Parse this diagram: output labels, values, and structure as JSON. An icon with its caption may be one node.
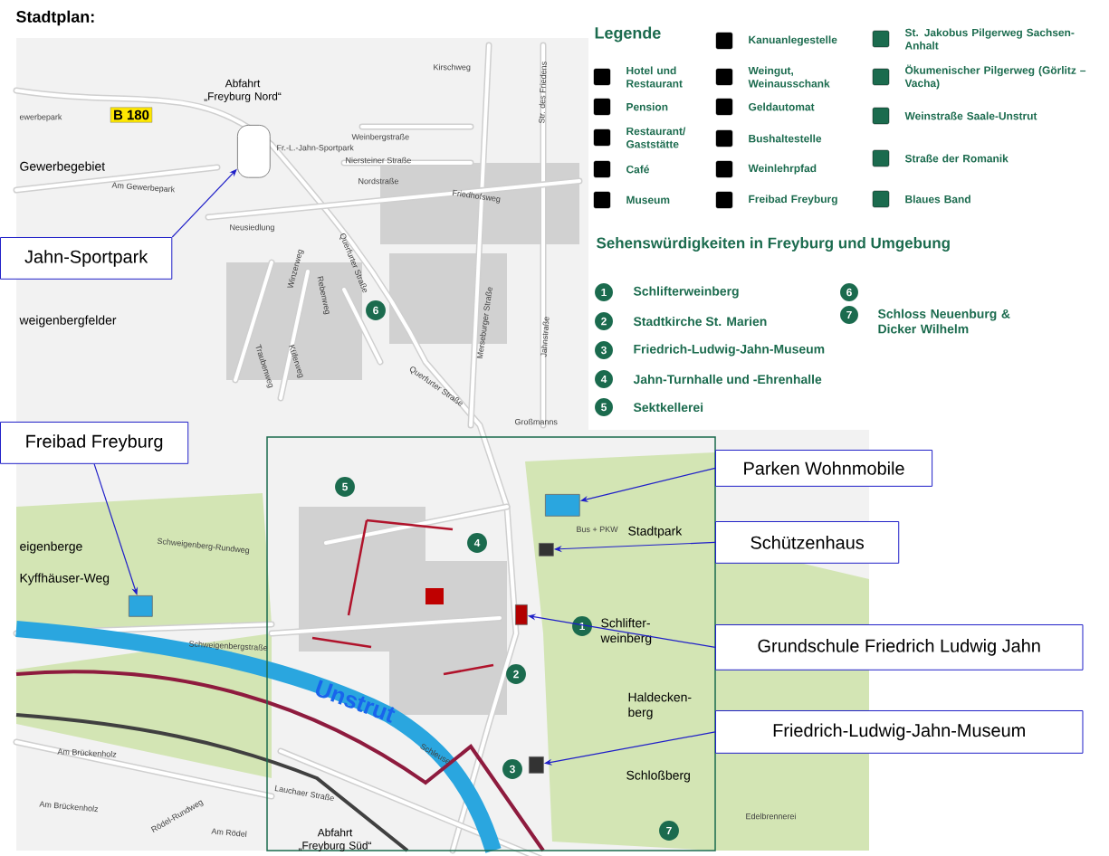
{
  "diagram": {
    "title": "Stadtplan:",
    "nodes": [
      {
        "text": [
          "Jahn-Sportpark"
        ]
      },
      {
        "text": [
          "Freibad Freyburg"
        ]
      },
      {
        "text": [
          "Parken Wohnmobile"
        ]
      },
      {
        "text": [
          "Schützenhaus"
        ]
      },
      {
        "text": [
          "Grundschule Friedrich Ludwig Jahn"
        ]
      },
      {
        "text": [
          "Friedrich-Ludwig-Jahn-Museum"
        ]
      },
      {
        "text": [],
        "shape": "box",
        "beside": [
          "Fr.-L.-Jahn-Sportpark"
        ]
      },
      {
        "text": [],
        "shape": "box"
      },
      {
        "text": [],
        "shape": "box"
      },
      {
        "text": [],
        "shape": "box"
      },
      {
        "text": [],
        "shape": "box"
      },
      {
        "text": [],
        "shape": "box"
      }
    ],
    "edges": [
      {
        "from": 0,
        "to": 6,
        "arrow": "to"
      },
      {
        "from": 1,
        "to": 7,
        "arrow": "to"
      },
      {
        "from": 2,
        "to": 8,
        "arrow": "to"
      },
      {
        "from": 3,
        "to": 9,
        "arrow": "to"
      },
      {
        "from": 4,
        "to": 10,
        "arrow": "to"
      },
      {
        "from": 5,
        "to": 11,
        "arrow": "to"
      }
    ],
    "labels": [
      "Legende",
      "Sehenswürdigkeiten in Freyburg und Umgebung",
      "1",
      "Schlifterweinberg",
      "2",
      "Stadtkirche St. Marien",
      "3",
      "Friedrich-Ludwig-Jahn-Museum",
      "4",
      "Jahn-Turnhalle und -Ehrenhalle",
      "5",
      "Sektkellerei",
      "6",
      "7",
      "Schloss Neuenburg & Dicker Wilhelm",
      "B 180",
      "Abfahrt „Freyburg Nord“",
      "Gewerbegebiet",
      "Am Gewerbepark",
      "Kirschweg",
      "Weinbergstraße",
      "Niersteiner Straße",
      "Nordstraße",
      "Friedhofsweg",
      "Neusiedlung",
      "Winzerweg",
      "Rebenweg",
      "Querfurter Straße",
      "Küferweg",
      "Traubenweg",
      "Merseburger Straße",
      "Str. des Friedens",
      "Jahnstraße",
      "Querfurter Straße",
      "weigenbergfelder",
      "ewerbepark",
      "Schweigenberg-Rundweg",
      "eigenberge",
      "Kyffhäuser-Weg",
      "Schweigenbergstraße",
      "Unstrut",
      "Stadtpark",
      "Schlifter- weinberg",
      "Haldecken- berg",
      "Schloßberg",
      "Bus + PKW",
      "Lauchaer Straße",
      "Am Brückenholz",
      "Am Brückenholz",
      "Rödel-Rundweg",
      "Am Rödel",
      "Abfahrt „Freyburg Süd“",
      "Schleuse",
      "Edelbrennerei",
      "Großmanns",
      "1",
      "2",
      "3",
      "4",
      "5",
      "6",
      "7"
    ],
    "legend": [
      {
        "text": "Hotel und Restaurant"
      },
      {
        "text": "Pension"
      },
      {
        "text": "Restaurant/ Gaststätte"
      },
      {
        "text": "Café"
      },
      {
        "text": "Museum"
      },
      {
        "text": "Kanuanlegestelle"
      },
      {
        "text": "Weingut, Weinausschank"
      },
      {
        "text": "Geldautomat"
      },
      {
        "text": "Bushaltestelle"
      },
      {
        "text": "Weinlehrpfad"
      },
      {
        "text": "Freibad Freyburg"
      },
      {
        "text": "St. Jakobus Pilgerweg Sachsen-Anhalt"
      },
      {
        "text": "Ökumenischer Pilgerweg (Görlitz – Vacha)"
      },
      {
        "text": "Weinstraße Saale-Unstrut"
      },
      {
        "text": "Straße der Romanik"
      },
      {
        "text": "Blaues Band"
      }
    ]
  }
}
